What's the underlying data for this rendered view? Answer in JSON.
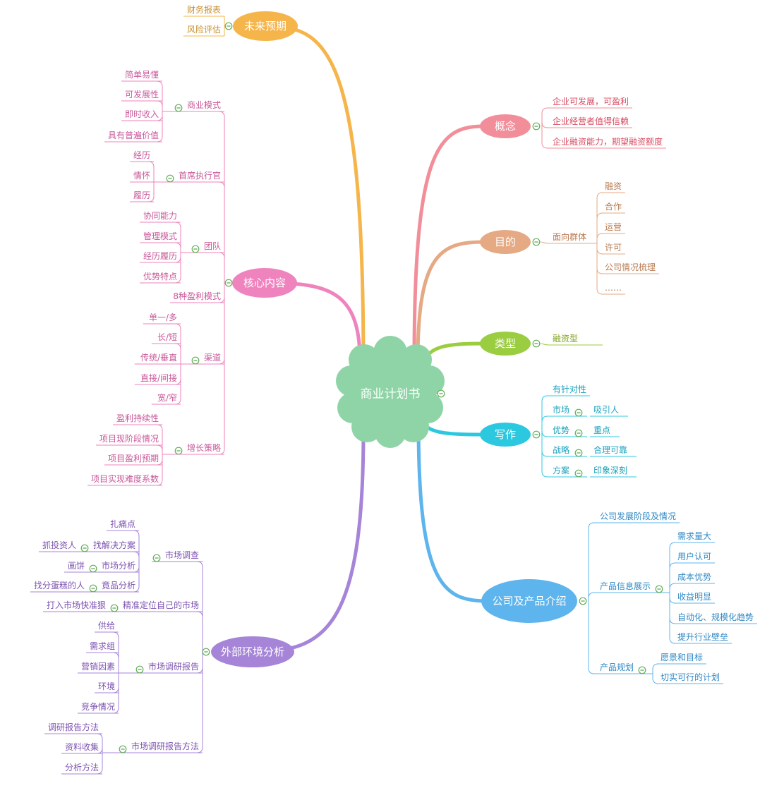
{
  "center": {
    "label": "商业计划书"
  },
  "colors": {
    "center": "#8fd4a6",
    "futureExp": "#f6b54a",
    "core": "#ef83be",
    "external": "#a684d8",
    "concept": "#f28e9a",
    "purpose": "#e5a983",
    "type": "#9acd3f",
    "writing": "#2cc8e0",
    "company": "#5eb4ec",
    "textFuture": "#c8902e",
    "textCore": "#c8589a",
    "textExternal": "#7c52b0",
    "textConcept": "#d84c62",
    "textPurpose": "#b87a50",
    "textType": "#7fa11e",
    "textWriting": "#1aa2bc",
    "textCompany": "#2f88c4",
    "collapse": "#5fae54"
  },
  "branches": [
    {
      "key": "futureExp",
      "label": "未来预期",
      "children": [
        {
          "label": "财务报表"
        },
        {
          "label": "风险评估"
        }
      ]
    },
    {
      "key": "core",
      "label": "核心内容",
      "children": [
        {
          "label": "商业模式",
          "children": [
            {
              "label": "简单易懂"
            },
            {
              "label": "可发展性"
            },
            {
              "label": "即时收入"
            },
            {
              "label": "具有普遍价值"
            }
          ]
        },
        {
          "label": "首席执行官",
          "children": [
            {
              "label": "经历"
            },
            {
              "label": "情怀"
            },
            {
              "label": "履历"
            }
          ]
        },
        {
          "label": "团队",
          "children": [
            {
              "label": "协同能力"
            },
            {
              "label": "管理模式"
            },
            {
              "label": "经历履历"
            },
            {
              "label": "优势特点"
            }
          ]
        },
        {
          "label": "8种盈利模式"
        },
        {
          "label": "渠道",
          "children": [
            {
              "label": "单一/多"
            },
            {
              "label": "长/短"
            },
            {
              "label": "传统/垂直"
            },
            {
              "label": "直接/间接"
            },
            {
              "label": "宽/窄"
            }
          ]
        },
        {
          "label": "增长策略",
          "children": [
            {
              "label": "盈利持续性"
            },
            {
              "label": "项目现阶段情况"
            },
            {
              "label": "项目盈利预期"
            },
            {
              "label": "项目实现难度系数"
            }
          ]
        }
      ]
    },
    {
      "key": "external",
      "label": "外部环境分析",
      "children": [
        {
          "label": "市场调查",
          "children": [
            {
              "label": "扎痛点"
            },
            {
              "label": "找解决方案",
              "children": [
                {
                  "label": "抓投资人"
                }
              ]
            },
            {
              "label": "市场分析",
              "children": [
                {
                  "label": "画饼"
                }
              ]
            },
            {
              "label": "竟品分析",
              "children": [
                {
                  "label": "找分蛋糕的人"
                }
              ]
            }
          ]
        },
        {
          "label": "精准定位自己的市场",
          "children": [
            {
              "label": "打入市场快准狠"
            }
          ]
        },
        {
          "label": "市场调研报告",
          "children": [
            {
              "label": "供给"
            },
            {
              "label": "需求组"
            },
            {
              "label": "营销因素"
            },
            {
              "label": "环境"
            },
            {
              "label": "竞争情况"
            }
          ]
        },
        {
          "label": "市场调研报告方法",
          "children": [
            {
              "label": "调研报告方法"
            },
            {
              "label": "资料收集"
            },
            {
              "label": "分析方法"
            }
          ]
        }
      ]
    },
    {
      "key": "concept",
      "label": "概念",
      "children": [
        {
          "label": "企业可发展，可盈利"
        },
        {
          "label": "企业经营者值得信赖"
        },
        {
          "label": "企业融资能力，期望融资额度"
        }
      ]
    },
    {
      "key": "purpose",
      "label": "目的",
      "children": [
        {
          "label": "面向群体",
          "children": [
            {
              "label": "融资"
            },
            {
              "label": "合作"
            },
            {
              "label": "运营"
            },
            {
              "label": "许可"
            },
            {
              "label": "公司情况梳理"
            },
            {
              "label": "……"
            }
          ]
        }
      ]
    },
    {
      "key": "type",
      "label": "类型",
      "children": [
        {
          "label": "融资型"
        }
      ]
    },
    {
      "key": "writing",
      "label": "写作",
      "children": [
        {
          "label": "有针对性"
        },
        {
          "label": "市场",
          "children": [
            {
              "label": "吸引人"
            }
          ]
        },
        {
          "label": "优势",
          "children": [
            {
              "label": "重点"
            }
          ]
        },
        {
          "label": "战略",
          "children": [
            {
              "label": "合理可靠"
            }
          ]
        },
        {
          "label": "方案",
          "children": [
            {
              "label": "印象深刻"
            }
          ]
        }
      ]
    },
    {
      "key": "company",
      "label": "公司及产品介绍",
      "children": [
        {
          "label": "公司发展阶段及情况"
        },
        {
          "label": "产品信息展示",
          "children": [
            {
              "label": "需求量大"
            },
            {
              "label": "用户认可"
            },
            {
              "label": "成本优势"
            },
            {
              "label": "收益明显"
            },
            {
              "label": "自动化、规模化趋势"
            },
            {
              "label": "提升行业壁垒"
            }
          ]
        },
        {
          "label": "产品规划",
          "children": [
            {
              "label": "愿景和目标"
            },
            {
              "label": "切实可行的计划"
            }
          ]
        }
      ]
    }
  ]
}
